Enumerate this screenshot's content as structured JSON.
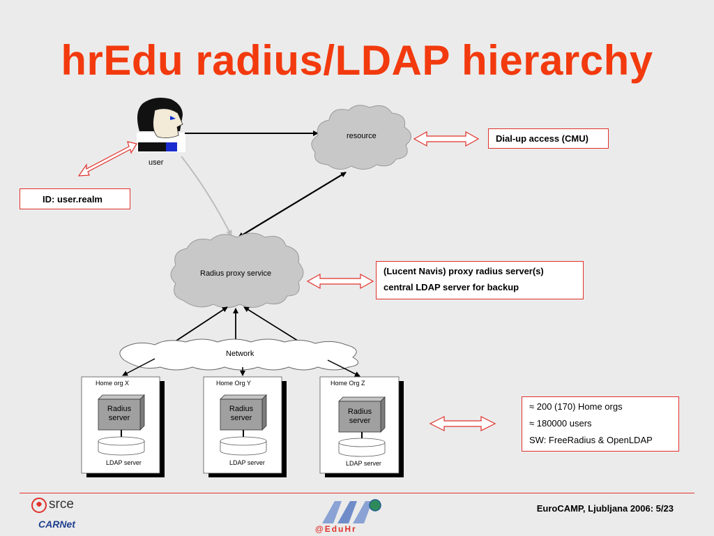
{
  "title": "hrEdu radius/LDAP hierarchy",
  "nodes": {
    "user": "user",
    "resource": "resource",
    "proxy": "Radius proxy service",
    "network": "Network"
  },
  "home_orgs": [
    {
      "label": "Home org X",
      "server": [
        "Radius",
        "server"
      ],
      "ldap": "LDAP server"
    },
    {
      "label": "Home Org Y",
      "server": [
        "Radius",
        "server"
      ],
      "ldap": "LDAP server"
    },
    {
      "label": "Home Org Z",
      "server": [
        "Radius",
        "server"
      ],
      "ldap": "LDAP server"
    }
  ],
  "callouts": {
    "dialup": "Dial-up access (CMU)",
    "id": "ID: user.realm",
    "proxy": [
      "(Lucent Navis) proxy radius server(s)",
      "central LDAP server for backup"
    ],
    "stats": [
      "≈ 200 (170)  Home orgs",
      "≈ 180000 users",
      "SW: FreeRadius & OpenLDAP"
    ]
  },
  "footer": {
    "text": "EuroCAMP, Ljubljana 2006: 5/23",
    "logo_srce": "srce",
    "logo_carnet": "CARNet",
    "logo_eduhr": "@EduHr"
  },
  "colors": {
    "title": "#f23a0e",
    "accent": "#e0302a",
    "cloud": "#c8c8c8",
    "server": "#a0a0a0"
  }
}
